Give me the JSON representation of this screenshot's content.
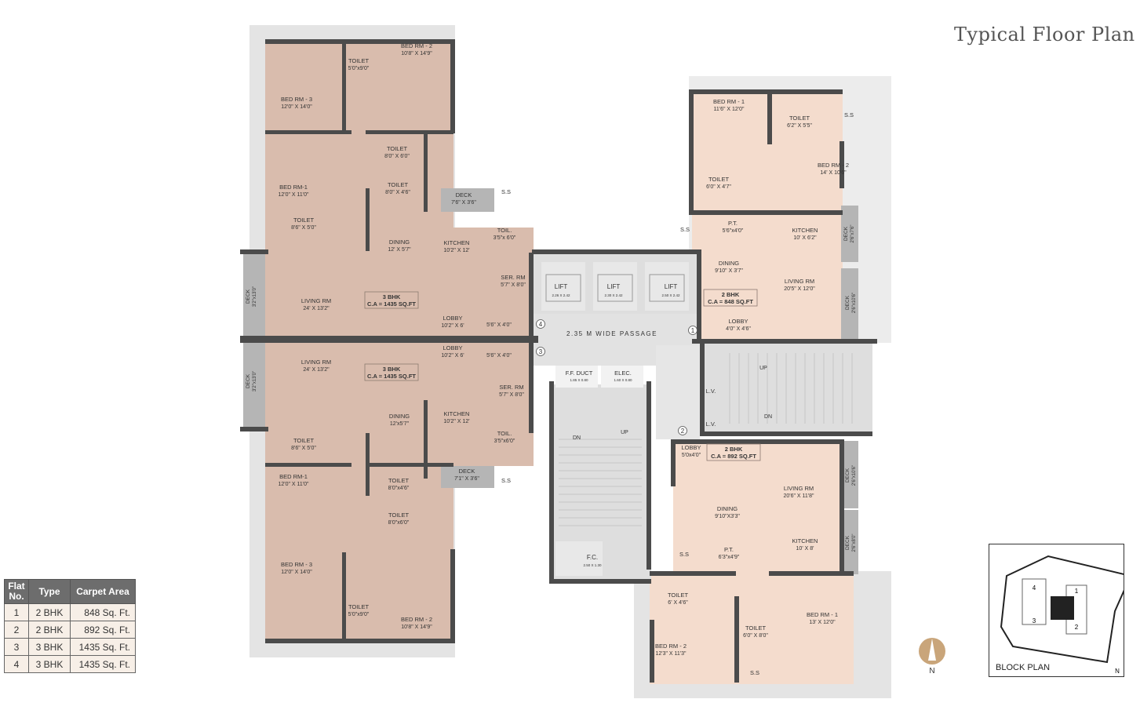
{
  "title": "Typical Floor Plan",
  "colors": {
    "three_bhk_fill": "#d9bcad",
    "two_bhk_fill": "#f4dccd",
    "core_fill": "#dedede",
    "wall": "#4b4b4b",
    "deck": "#b5b5b5",
    "table_header": "#6d6d6d",
    "compass": "#c9a57a"
  },
  "flat_table": {
    "headers": [
      "Flat No.",
      "Type",
      "Carpet Area"
    ],
    "rows": [
      {
        "no": "1",
        "type": "2 BHK",
        "area": "848 Sq. Ft."
      },
      {
        "no": "2",
        "type": "2 BHK",
        "area": "892 Sq. Ft."
      },
      {
        "no": "3",
        "type": "3 BHK",
        "area": "1435 Sq. Ft."
      },
      {
        "no": "4",
        "type": "3 BHK",
        "area": "1435 Sq. Ft."
      }
    ]
  },
  "block_plan": {
    "label": "BLOCK PLAN",
    "units": [
      "1",
      "2",
      "3",
      "4"
    ],
    "unit_types": [
      "2 BHK",
      "2 BHK",
      "3 BHK",
      "3 BHK"
    ],
    "north": "N"
  },
  "compass": {
    "north": "N"
  },
  "core": {
    "lifts": [
      {
        "name": "LIFT",
        "dim": "2.26 X 2.42"
      },
      {
        "name": "LIFT",
        "dim": "2.30 X 2.42"
      },
      {
        "name": "LIFT",
        "dim": "2.50 X 2.42"
      }
    ],
    "passage": "2.35  M  WIDE  PASSAGE",
    "ff_duct": {
      "name": "F.F. DUCT",
      "dim": "1.85 X 0.80"
    },
    "elec": {
      "name": "ELEC.",
      "dim": "1.60 X 0.80"
    },
    "fc": {
      "name": "F.C.",
      "dim": "2.50 X 1.30"
    },
    "lv": [
      "L.V.",
      "L.V."
    ],
    "stairs": [
      "DN",
      "UP",
      "UP",
      "DN"
    ],
    "flat_markers": [
      "4",
      "3",
      "1",
      "2"
    ]
  },
  "rooms": [
    {
      "name": "BED RM - 3",
      "dim": "12'0\" X 14'0\""
    },
    {
      "name": "TOILET",
      "dim": "5'0\"x9'0\""
    },
    {
      "name": "BED RM - 2",
      "dim": "10'8\" X 14'9\""
    },
    {
      "name": "TOILET",
      "dim": "8'0\" X 6'0\""
    },
    {
      "name": "TOILET",
      "dim": "8'0\" X 4'6\""
    },
    {
      "name": "BED RM-1",
      "dim": "12'0\" X 11'0\""
    },
    {
      "name": "TOILET",
      "dim": "8'6\" X 5'0\""
    },
    {
      "name": "DINING",
      "dim": "12' X 5'7\""
    },
    {
      "name": "KITCHEN",
      "dim": "10'2\" X 12'"
    },
    {
      "name": "DECK",
      "dim": "7'6\" X 3'6\""
    },
    {
      "name": "S.S",
      "dim": ""
    },
    {
      "name": "TOIL.",
      "dim": "3'5\"x 6'0\""
    },
    {
      "name": "SER. RM",
      "dim": "5'7\" X 8'0\""
    },
    {
      "name": "LIVING RM",
      "dim": "24' X 13'2\""
    },
    {
      "name": "LOBBY",
      "dim": "10'2\" X 6'"
    },
    {
      "name": "",
      "dim": "5'6\" X 4'0\""
    },
    {
      "name": "LOBBY",
      "dim": "10'2\" X 6'"
    },
    {
      "name": "",
      "dim": "5'6\" X 4'0\""
    },
    {
      "name": "LIVING RM",
      "dim": "24' X 13'2\""
    },
    {
      "name": "SER. RM",
      "dim": "5'7\" X 8'0\""
    },
    {
      "name": "DINING",
      "dim": "12'x5'7\""
    },
    {
      "name": "KITCHEN",
      "dim": "10'2\" X 12'"
    },
    {
      "name": "TOIL.",
      "dim": "3'5\"x6'0\""
    },
    {
      "name": "TOILET",
      "dim": "8'6\" X 5'0\""
    },
    {
      "name": "DECK",
      "dim": "7'1\" X 3'6\""
    },
    {
      "name": "S.S",
      "dim": ""
    },
    {
      "name": "TOILET",
      "dim": "8'0\"x4'6\""
    },
    {
      "name": "BED RM-1",
      "dim": "12'0\" X 11'0\""
    },
    {
      "name": "TOILET",
      "dim": "8'0\"x6'0\""
    },
    {
      "name": "BED RM - 3",
      "dim": "12'0\" X 14'0\""
    },
    {
      "name": "TOILET",
      "dim": "5'0\"x9'0\""
    },
    {
      "name": "BED RM - 2",
      "dim": "10'8\" X 14'9\""
    },
    {
      "name": "BED RM - 1",
      "dim": "11'6\" X 12'0\""
    },
    {
      "name": "TOILET",
      "dim": "6'2\" X 5'5\""
    },
    {
      "name": "S.S",
      "dim": ""
    },
    {
      "name": "BED RM - 2",
      "dim": "14' X 10'6\""
    },
    {
      "name": "TOILET",
      "dim": "6'0\" X 4'7\""
    },
    {
      "name": "S.S",
      "dim": ""
    },
    {
      "name": "P.T.",
      "dim": "5'6\"x4'0\""
    },
    {
      "name": "KITCHEN",
      "dim": "10' X 6'2\""
    },
    {
      "name": "DINING",
      "dim": "9'10\" X 3'7\""
    },
    {
      "name": "LIVING RM",
      "dim": "20'5\" X 12'0\""
    },
    {
      "name": "LOBBY",
      "dim": "4'0\" X 4'6\""
    },
    {
      "name": "LOBBY",
      "dim": "5'0x4'0\""
    },
    {
      "name": "LIVING RM",
      "dim": "20'6\" X 11'8\""
    },
    {
      "name": "DINING",
      "dim": "9'10\"X3'3\""
    },
    {
      "name": "KITCHEN",
      "dim": "10' X 8'"
    },
    {
      "name": "S.S",
      "dim": ""
    },
    {
      "name": "P.T.",
      "dim": "6'3\"x4'9\""
    },
    {
      "name": "TOILET",
      "dim": "6' X 4'6\""
    },
    {
      "name": "BED RM - 1",
      "dim": "13' X 12'0\""
    },
    {
      "name": "TOILET",
      "dim": "6'0\" X 8'0\""
    },
    {
      "name": "BED RM - 2",
      "dim": "12'3\" X 11'3\""
    },
    {
      "name": "S.S",
      "dim": ""
    }
  ],
  "decks_vertical": [
    {
      "name": "DECK",
      "dim": "3'2\"x13'0\""
    },
    {
      "name": "DECK",
      "dim": "3'2\"x13'0\""
    },
    {
      "name": "DECK",
      "dim": "2'6\"x7'6\""
    },
    {
      "name": "DECK",
      "dim": "2'6\"x10'6\""
    },
    {
      "name": "DECK",
      "dim": "2'6\"x10'6\""
    },
    {
      "name": "DECK",
      "dim": "2'6\"x8'0\""
    }
  ],
  "area_boxes": [
    {
      "type": "3 BHK",
      "ca": "C.A = 1435 SQ.FT"
    },
    {
      "type": "3 BHK",
      "ca": "C.A = 1435 SQ.FT"
    },
    {
      "type": "2 BHK",
      "ca": "C.A = 848 SQ.FT"
    },
    {
      "type": "2 BHK",
      "ca": "C.A = 892 SQ.FT"
    }
  ]
}
